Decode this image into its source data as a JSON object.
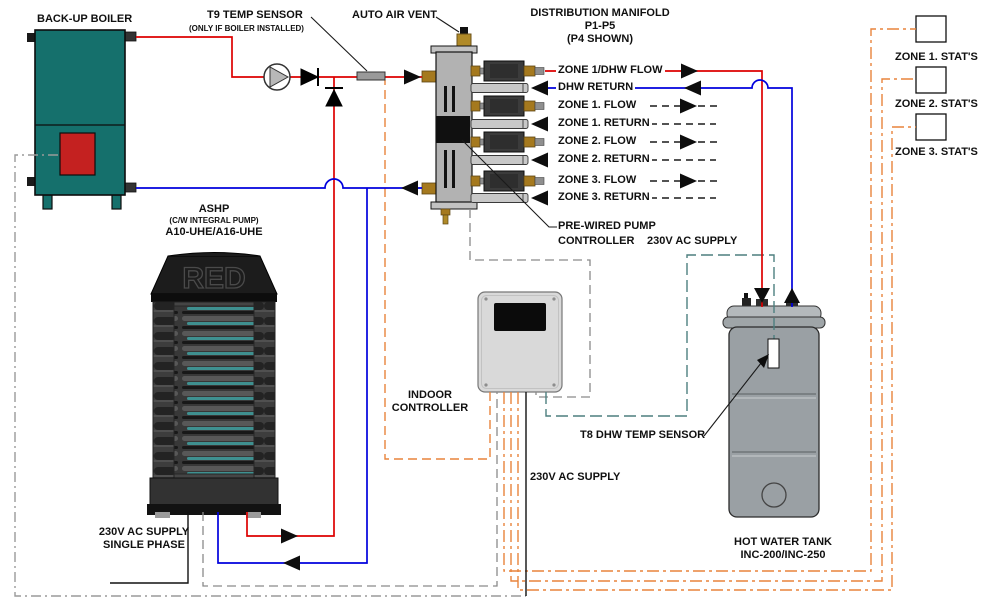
{
  "labels": {
    "backup_boiler": "BACK-UP BOILER",
    "t9_line1": "T9 TEMP SENSOR",
    "t9_line2": "(ONLY IF BOILER INSTALLED)",
    "auto_air_vent": "AUTO AIR VENT",
    "manifold_line1": "DISTRIBUTION MANIFOLD",
    "manifold_line2": "P1-P5",
    "manifold_line3": "(P4 SHOWN)",
    "prewired_line1": "PRE-WIRED PUMP",
    "prewired_line2": "CONTROLLER",
    "manifold_supply": "230V AC SUPPLY",
    "ashp_line1": "ASHP",
    "ashp_line2": "(C/W INTEGRAL PUMP)",
    "ashp_line3": "A10-UHE/A16-UHE",
    "ashp_brand": "RED",
    "indoor_line1": "INDOOR",
    "indoor_line2": "CONTROLLER",
    "controller_supply": "230V AC SUPPLY",
    "t8_sensor": "T8 DHW TEMP SENSOR",
    "tank_line1": "HOT WATER TANK",
    "tank_line2": "INC-200/INC-250",
    "ashp_supply_line1": "230V AC SUPPLY",
    "ashp_supply_line2": "SINGLE PHASE"
  },
  "manifold_ports": [
    {
      "label": "ZONE 1/DHW FLOW"
    },
    {
      "label": "DHW RETURN"
    },
    {
      "label": "ZONE 1. FLOW"
    },
    {
      "label": "ZONE 1. RETURN"
    },
    {
      "label": "ZONE 2. FLOW"
    },
    {
      "label": "ZONE 2. RETURN"
    },
    {
      "label": "ZONE 3. FLOW"
    },
    {
      "label": "ZONE 3. RETURN"
    }
  ],
  "zone_stats": [
    {
      "label": "ZONE 1. STAT'S"
    },
    {
      "label": "ZONE 2. STAT'S"
    },
    {
      "label": "ZONE 3. STAT'S"
    }
  ],
  "colors": {
    "flow_red": "#dd0000",
    "return_blue": "#0000dd",
    "signal_orange": "#e8843c",
    "sensor_teal": "#4d7f7f",
    "comm_gray": "#8a8a8a",
    "supply_gray": "#9a9a9a",
    "boiler_teal": "#15706c",
    "boiler_door_red": "#c42120"
  }
}
